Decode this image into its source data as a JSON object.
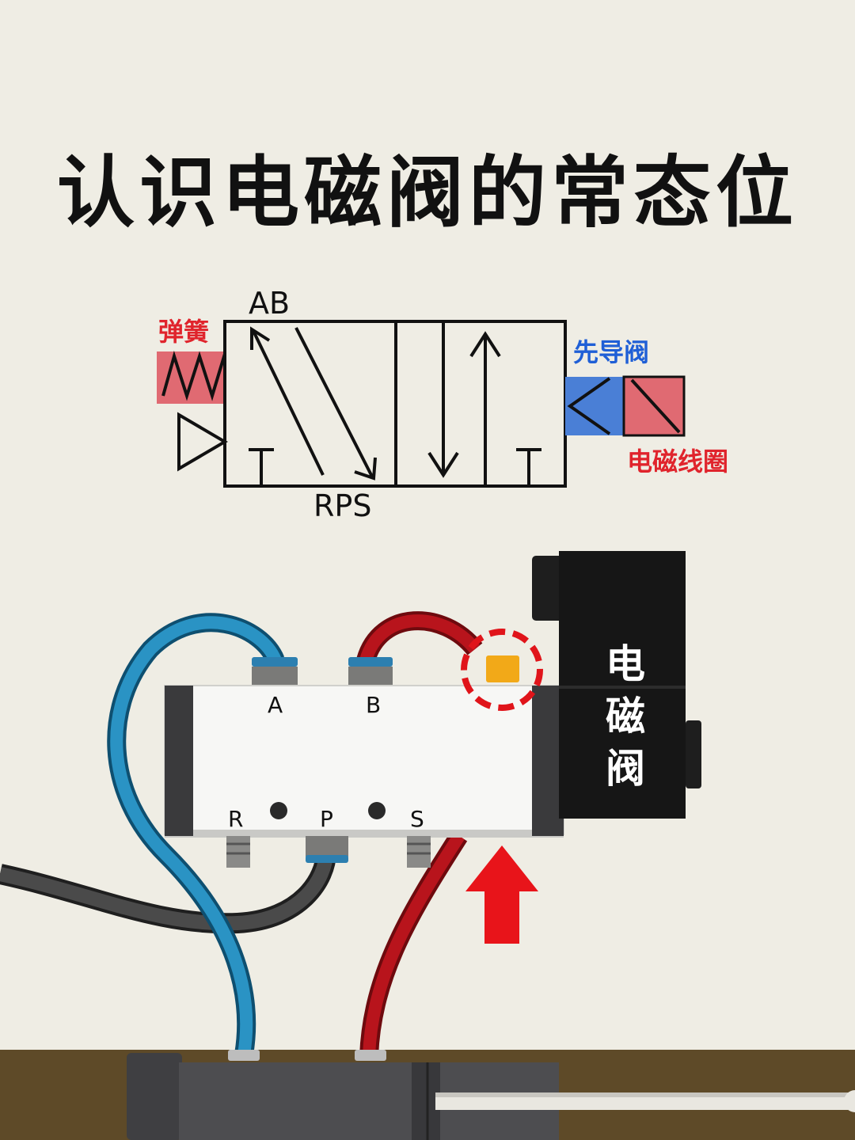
{
  "title": "认识电磁阀的常态位",
  "symbol": {
    "top_ports": "AB",
    "bottom_ports": "RPS",
    "spring_label": "弹簧",
    "pilot_label": "先导阀",
    "coil_label": "电磁线圈"
  },
  "valve": {
    "port_a": "A",
    "port_b": "B",
    "port_r": "R",
    "port_p": "P",
    "port_s": "S",
    "solenoid_char_1": "电",
    "solenoid_char_2": "磁",
    "solenoid_char_3": "阀"
  },
  "colors": {
    "background": "#efede4",
    "spring_fill": "#e06a72",
    "pilot_fill": "#4a7fd6",
    "coil_fill": "#e06a72",
    "label_red": "#e0242c",
    "label_blue": "#1f5fd6",
    "hose_blue": "#2a93c4",
    "hose_red": "#b8141c",
    "hose_black": "#4a4a4a",
    "arrow_red": "#e8141a",
    "table": "#5e4a28"
  }
}
